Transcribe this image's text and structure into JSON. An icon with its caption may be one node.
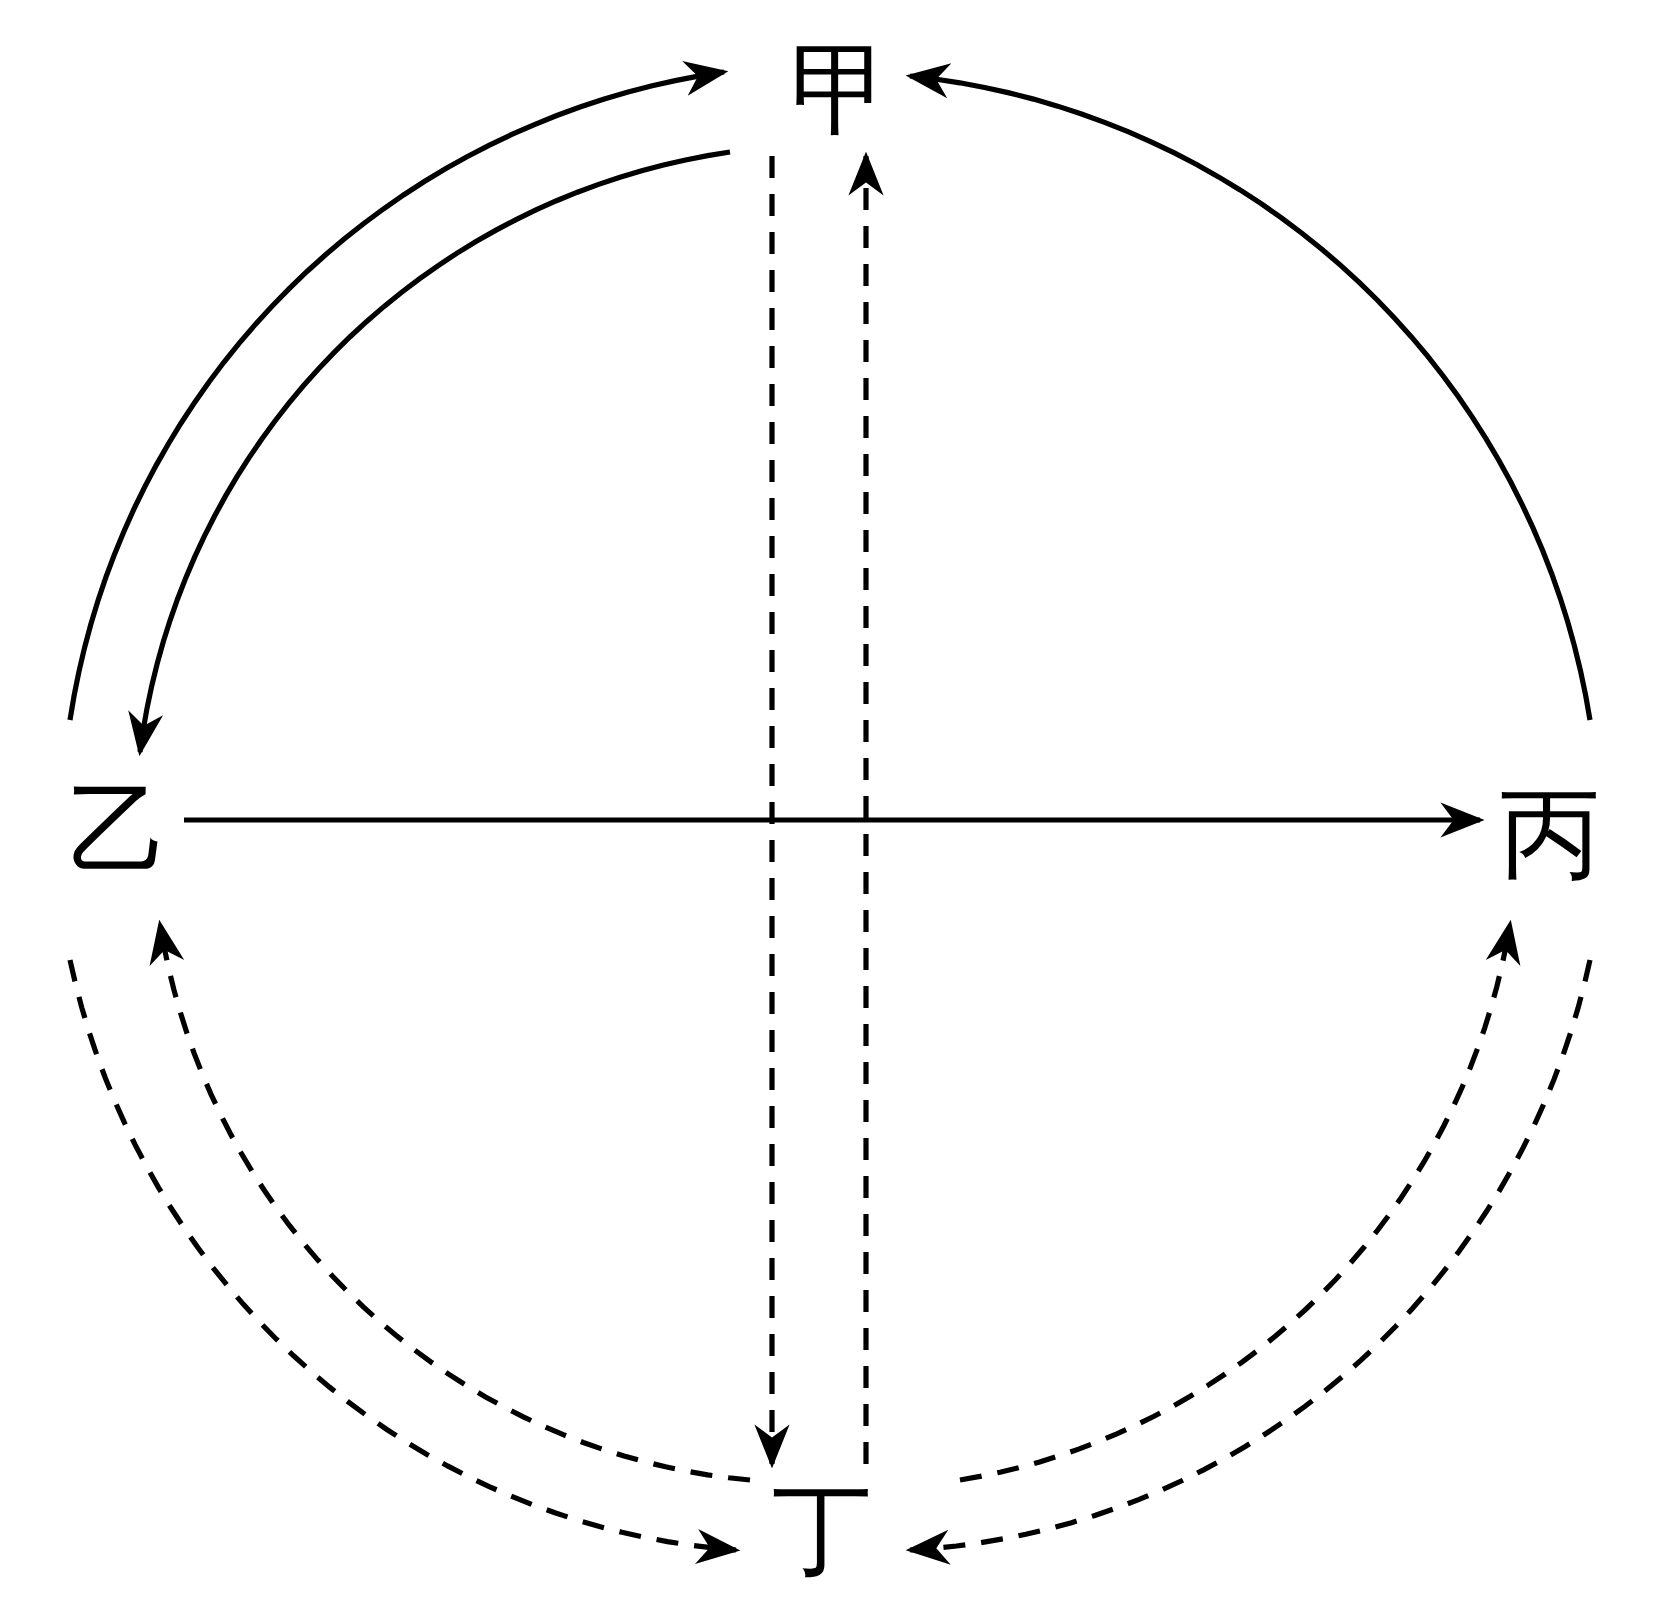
{
  "diagram": {
    "nodes": [
      {
        "text": [
          "甲"
        ]
      },
      {
        "text": [
          "乙"
        ]
      },
      {
        "text": [
          "丙"
        ]
      },
      {
        "text": [
          "丁"
        ]
      }
    ],
    "edges": [
      {
        "from": 1,
        "to": 0,
        "arrow": "to"
      },
      {
        "from": 0,
        "to": 1,
        "arrow": "to"
      },
      {
        "from": 2,
        "to": 0,
        "arrow": "to"
      },
      {
        "from": 1,
        "to": 2,
        "arrow": "to"
      },
      {
        "from": 0,
        "to": 3,
        "arrow": "to",
        "style": "dashed"
      },
      {
        "from": 3,
        "to": 0,
        "arrow": "to",
        "style": "dashed"
      },
      {
        "from": 1,
        "to": 3,
        "arrow": "to",
        "style": "dashed"
      },
      {
        "from": 3,
        "to": 1,
        "arrow": "to",
        "style": "dashed"
      },
      {
        "from": 3,
        "to": 2,
        "arrow": "to",
        "style": "dashed"
      },
      {
        "from": 2,
        "to": 3,
        "arrow": "to",
        "style": "dashed"
      }
    ]
  }
}
